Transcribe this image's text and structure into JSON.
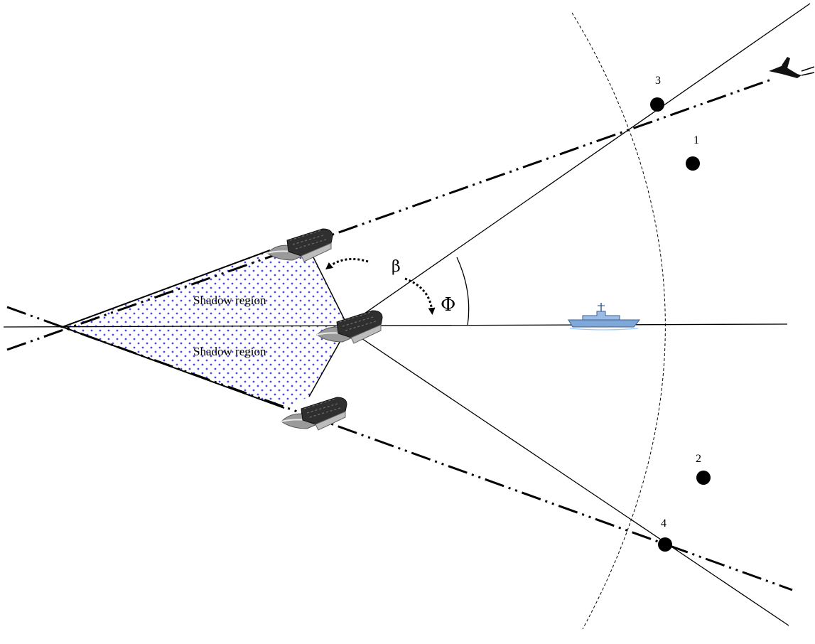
{
  "labels": {
    "shadow_upper": "Shadow region",
    "shadow_lower": "Shadow region",
    "beta": "β",
    "phi": "Φ",
    "point_1": "1",
    "point_2": "2",
    "point_3": "3",
    "point_4": "4"
  },
  "colors": {
    "stroke": "#000000",
    "shadow_dots": "#4a4ae0",
    "background": "#ffffff"
  },
  "icons": {
    "formation_ships": "hovercraft-icon",
    "target_ship": "warship-icon",
    "aircraft": "aircraft-icon"
  }
}
